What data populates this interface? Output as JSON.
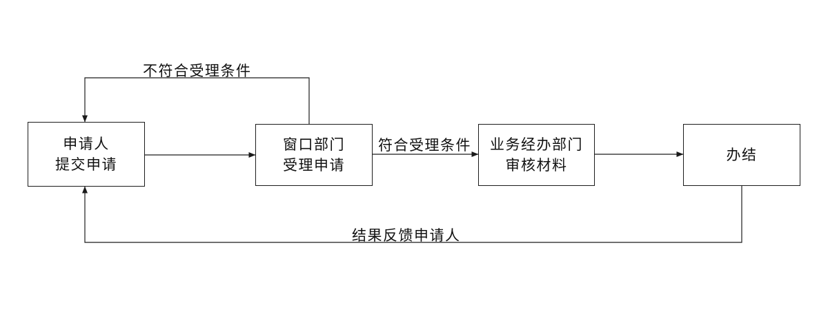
{
  "diagram": {
    "type": "flowchart",
    "nodes": [
      {
        "id": "applicant",
        "label": "申请人\n提交申请"
      },
      {
        "id": "window-department",
        "label": "窗口部门\n受理申请"
      },
      {
        "id": "business-department",
        "label": "业务经办部门\n审核材料"
      },
      {
        "id": "completed",
        "label": "办结"
      }
    ],
    "edges": [
      {
        "from": "applicant",
        "to": "window-department",
        "label": ""
      },
      {
        "from": "window-department",
        "to": "business-department",
        "label": "符合受理条件"
      },
      {
        "from": "business-department",
        "to": "completed",
        "label": ""
      },
      {
        "from": "window-department",
        "to": "applicant",
        "label": "不符合受理条件"
      },
      {
        "from": "completed",
        "to": "applicant",
        "label": "结果反馈申请人"
      }
    ],
    "colors": {
      "line": "#1a1a1a",
      "text": "#111111",
      "background": "#ffffff"
    }
  }
}
